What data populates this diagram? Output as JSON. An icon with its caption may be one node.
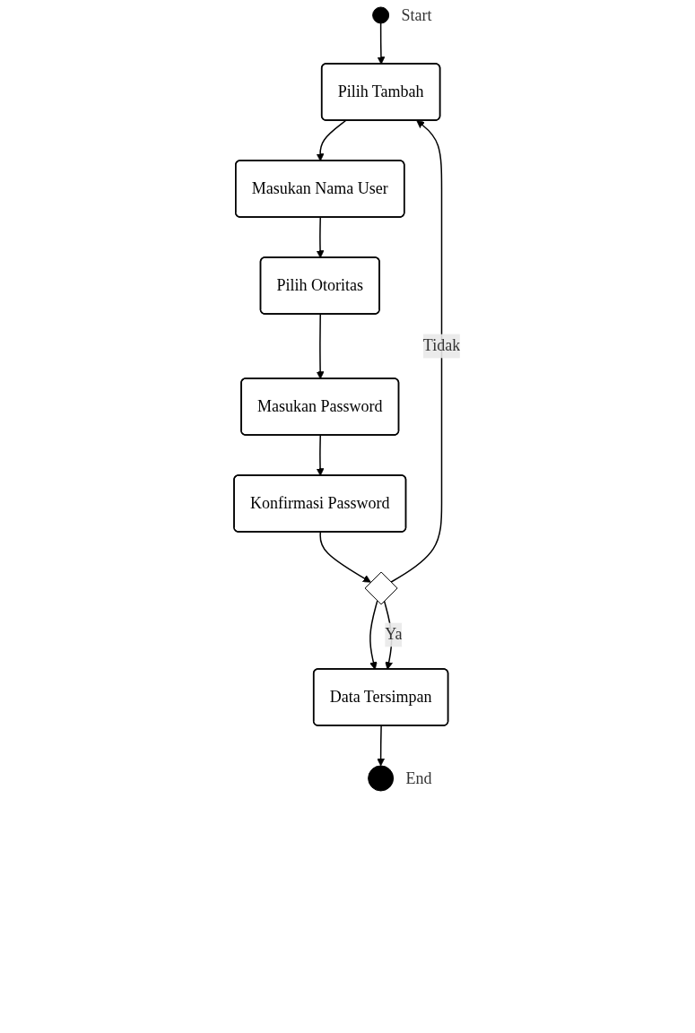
{
  "diagram": {
    "nodes": [
      {
        "text": [],
        "shape": "circle",
        "beside": [
          "Start"
        ]
      },
      {
        "text": [
          "Pilih Tambah"
        ]
      },
      {
        "text": [
          "Masukan Nama User"
        ]
      },
      {
        "text": [
          "Pilih Otoritas"
        ]
      },
      {
        "text": [
          "Masukan Password"
        ]
      },
      {
        "text": [
          "Konfirmasi Password"
        ]
      },
      {
        "text": [],
        "shape": "diamond"
      },
      {
        "text": [
          "Data Tersimpan"
        ]
      },
      {
        "text": [],
        "shape": "circle",
        "beside": [
          "End"
        ]
      }
    ],
    "edges": [
      {
        "from": 0,
        "to": 1,
        "arrow": "to"
      },
      {
        "from": 1,
        "to": 2,
        "arrow": "to"
      },
      {
        "from": 2,
        "to": 3,
        "arrow": "to"
      },
      {
        "from": 3,
        "to": 4,
        "arrow": "to"
      },
      {
        "from": 4,
        "to": 5,
        "arrow": "to"
      },
      {
        "from": 5,
        "to": 6,
        "arrow": "to"
      },
      {
        "from": 6,
        "to": 1,
        "label": "Tidak",
        "arrow": "to"
      },
      {
        "from": 6,
        "to": 7,
        "arrow": "to"
      },
      {
        "from": 6,
        "to": 7,
        "label": "Ya",
        "arrow": "to"
      },
      {
        "from": 7,
        "to": 8,
        "arrow": "to"
      }
    ]
  }
}
